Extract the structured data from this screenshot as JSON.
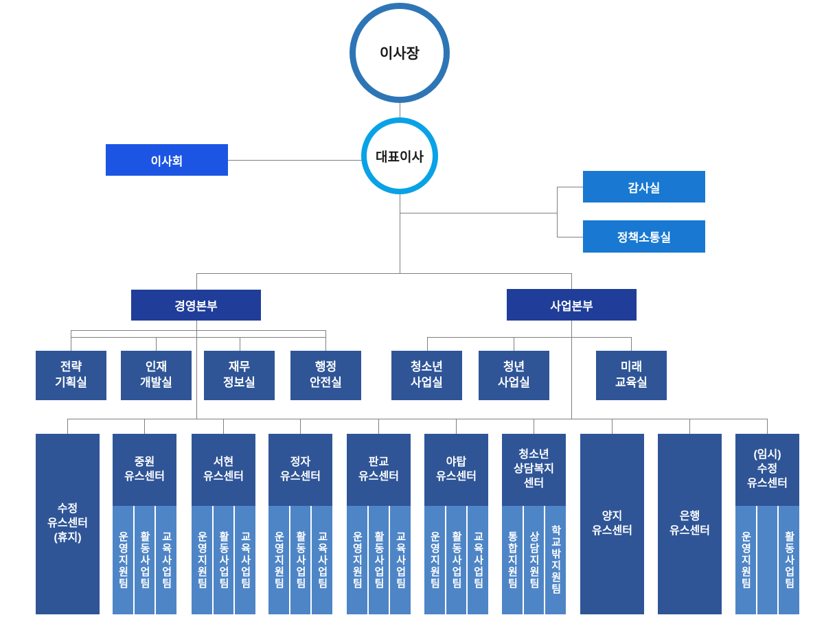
{
  "org": {
    "chairman": "이사장",
    "ceo": "대표이사",
    "board": "이사회",
    "audit_office": "감사실",
    "policy_office": "정책소통실",
    "management_hq": "경영본부",
    "business_hq": "사업본부",
    "mgmt_departments": [
      "전략\n기획실",
      "인재\n개발실",
      "재무\n정보실",
      "행정\n안전실"
    ],
    "biz_departments": [
      "청소년\n사업실",
      "청년\n사업실",
      "미래\n교육실"
    ],
    "centers": [
      {
        "name": "수정\n유스센터\n(휴지)",
        "teams": []
      },
      {
        "name": "중원\n유스센터",
        "teams": [
          "운영지원팀",
          "활동사업팀",
          "교육사업팀"
        ]
      },
      {
        "name": "서현\n유스센터",
        "teams": [
          "운영지원팀",
          "활동사업팀",
          "교육사업팀"
        ]
      },
      {
        "name": "정자\n유스센터",
        "teams": [
          "운영지원팀",
          "활동사업팀",
          "교육사업팀"
        ]
      },
      {
        "name": "판교\n유스센터",
        "teams": [
          "운영지원팀",
          "활동사업팀",
          "교육사업팀"
        ]
      },
      {
        "name": "야탑\n유스센터",
        "teams": [
          "운영지원팀",
          "활동사업팀",
          "교육사업팀"
        ]
      },
      {
        "name": "청소년\n상담복지\n센터",
        "teams": [
          "통합지원팀",
          "상담지원팀",
          "학교밖지원팀"
        ]
      },
      {
        "name": "양지\n유스센터",
        "teams": []
      },
      {
        "name": "은행\n유스센터",
        "teams": []
      },
      {
        "name": "(임시)\n수정\n유스센터",
        "teams": [
          "운영지원팀",
          "",
          "활동사업팀"
        ]
      }
    ]
  },
  "colors": {
    "chairman_ring": "#2E75B6",
    "ceo_ring": "#0AA2E6",
    "board_blue": "#1C55E4",
    "office_blue": "#1878D2",
    "hq_navy": "#1F3D99",
    "dept_blue": "#2F5597",
    "team_blue": "#4E85C6",
    "line_gray": "#7f7f7f"
  }
}
